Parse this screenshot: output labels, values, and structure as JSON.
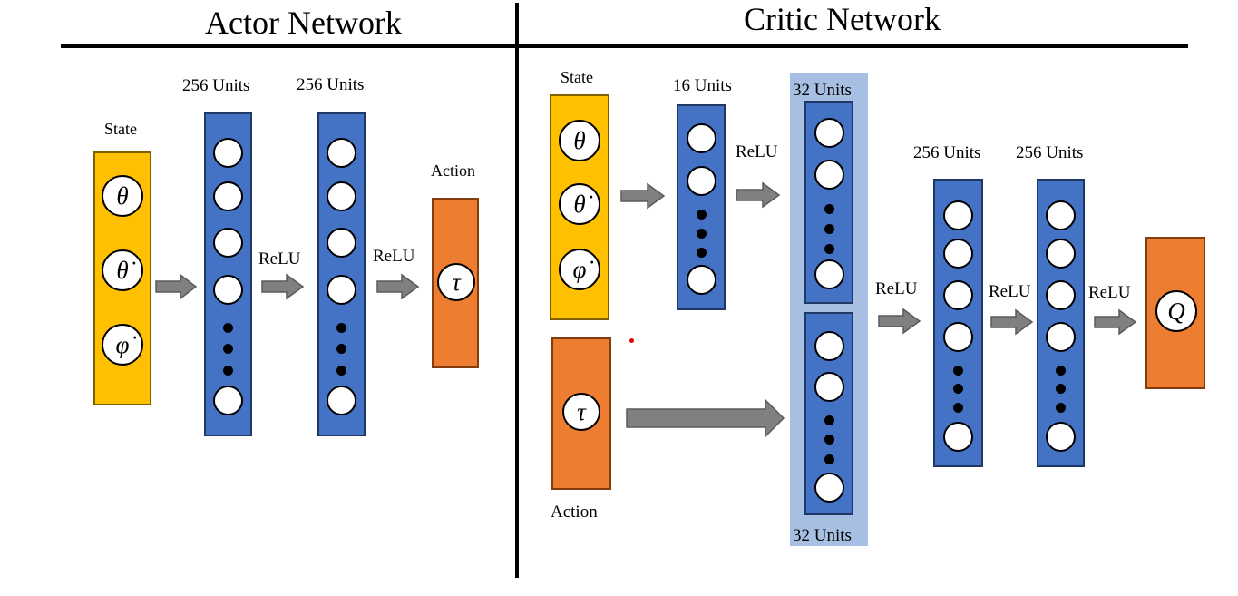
{
  "actor": {
    "title": "Actor Network",
    "state_label": "State",
    "state_symbols": [
      "θ",
      "θ̇",
      "φ̇"
    ],
    "layer1_label": "256 Units",
    "layer2_label": "256 Units",
    "relu1": "ReLU",
    "relu2": "ReLU",
    "action_label": "Action",
    "action_symbol": "τ"
  },
  "critic": {
    "title": "Critic Network",
    "state_label": "State",
    "state_symbols": [
      "θ",
      "θ̇",
      "φ̇"
    ],
    "action_label": "Action",
    "action_symbol": "τ",
    "state_layer_label": "16 Units",
    "relu_state": "ReLU",
    "concat_top_label": "32 Units",
    "concat_bottom_label": "32 Units",
    "relu_concat": "ReLU",
    "layer1_label": "256 Units",
    "layer2_label": "256 Units",
    "relu1": "ReLU",
    "relu2": "ReLU",
    "output_symbol": "Q"
  },
  "colors": {
    "state": "#ffc000",
    "layer": "#4472c4",
    "action": "#ed7d31",
    "concat_highlight": "#a6bfe3",
    "arrow": "#808080"
  }
}
